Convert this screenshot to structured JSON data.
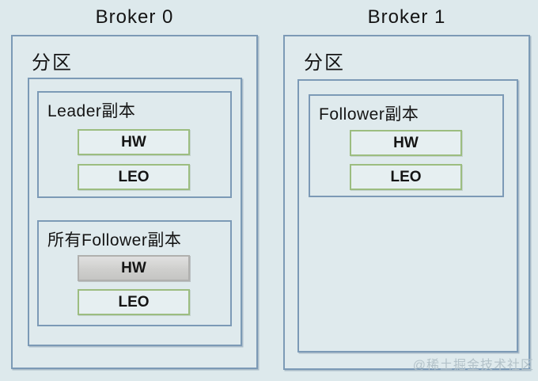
{
  "watermark": "@稀土掘金技术社区",
  "colors": {
    "background": "#dde9ec",
    "box_border_blue": "#7c9ab6",
    "field_border_green": "#9cbd80",
    "highlight_field_fill": "#cccccc",
    "watermark_color": "#b3c2c9"
  },
  "brokers": [
    {
      "title": "Broker 0",
      "partition_label": "分区",
      "replicas": [
        {
          "title": "Leader副本",
          "fields": [
            {
              "label": "HW",
              "highlight": false
            },
            {
              "label": "LEO",
              "highlight": false
            }
          ]
        },
        {
          "title": "所有Follower副本",
          "fields": [
            {
              "label": "HW",
              "highlight": true
            },
            {
              "label": "LEO",
              "highlight": false
            }
          ]
        }
      ]
    },
    {
      "title": "Broker 1",
      "partition_label": "分区",
      "replicas": [
        {
          "title": "Follower副本",
          "fields": [
            {
              "label": "HW",
              "highlight": false
            },
            {
              "label": "LEO",
              "highlight": false
            }
          ]
        }
      ]
    }
  ]
}
